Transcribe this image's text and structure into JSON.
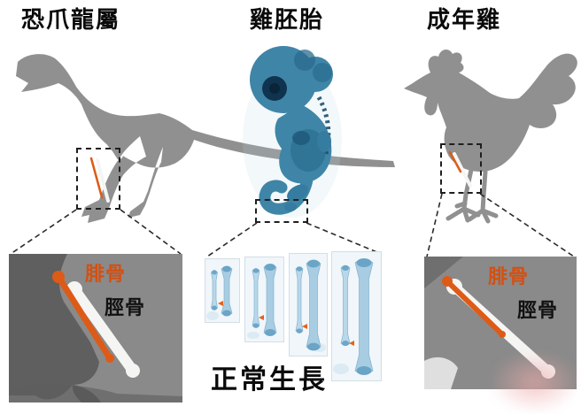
{
  "figure": {
    "title_row": {
      "dinosaur_label": "恐爪龍屬",
      "embryo_label": "雞胚胎",
      "adult_chicken_label": "成年雞"
    },
    "left_inset": {
      "fibula_label": "腓骨",
      "tibia_label": "脛骨"
    },
    "right_inset": {
      "fibula_label": "腓骨",
      "tibia_label": "脛骨"
    },
    "growth_caption": "正常生長",
    "colors": {
      "silhouette_gray": "#909090",
      "inset_background_gray": "#8a8a8a",
      "fibula_orange": "#dd5b17",
      "fibula_label_color": "#d35012",
      "tibia_bone_white": "#f5f5f3",
      "tibia_label_color": "#111111",
      "embryo_stain_blue": "#3f85a7",
      "embryo_dark_blue": "#10344f",
      "growth_bone_blue": "#a8cde3",
      "arrow_orange": "#e2621b"
    }
  }
}
